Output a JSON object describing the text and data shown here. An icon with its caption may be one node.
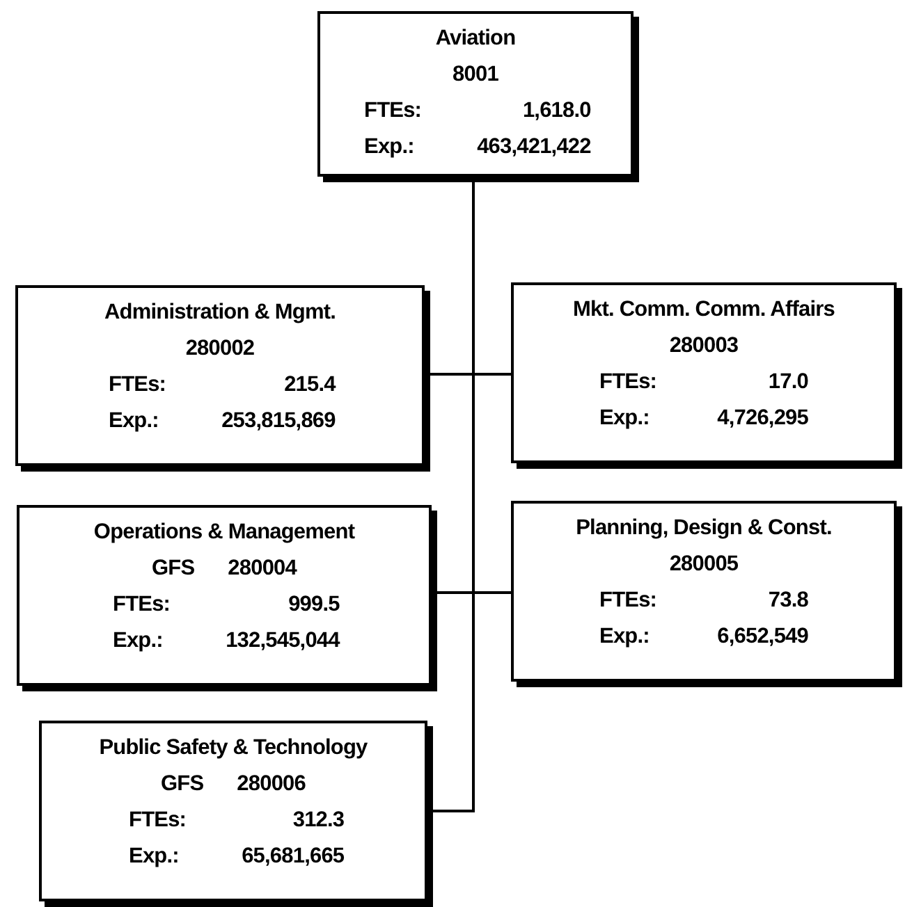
{
  "diagram": {
    "nodes": [
      {
        "text": [
          "Aviation",
          "8001",
          "FTEs:",
          "1,618.0",
          "Exp.:",
          "463,421,422"
        ]
      },
      {
        "text": [
          "Administration & Mgmt.",
          "280002",
          "FTEs:",
          "215.4",
          "Exp.:",
          "253,815,869"
        ]
      },
      {
        "text": [
          "Mkt. Comm. Comm. Affairs",
          "280003",
          "FTEs:",
          "17.0",
          "Exp.:",
          "4,726,295"
        ]
      },
      {
        "text": [
          "Operations & Management",
          "GFS",
          "280004",
          "FTEs:",
          "999.5",
          "Exp.:",
          "132,545,044"
        ]
      },
      {
        "text": [
          "Planning, Design & Const.",
          "280005",
          "FTEs:",
          "73.8",
          "Exp.:",
          "6,652,549"
        ]
      },
      {
        "text": [
          "Public Safety & Technology",
          "GFS",
          "280006",
          "FTEs:",
          "312.3",
          "Exp.:",
          "65,681,665"
        ]
      }
    ],
    "edges": [
      {
        "from": 0,
        "to": 1,
        "arrow": "none"
      },
      {
        "from": 0,
        "to": 2,
        "arrow": "none"
      },
      {
        "from": 0,
        "to": 3,
        "arrow": "none"
      },
      {
        "from": 0,
        "to": 4,
        "arrow": "none"
      },
      {
        "from": 0,
        "to": 5,
        "arrow": "none"
      }
    ]
  }
}
